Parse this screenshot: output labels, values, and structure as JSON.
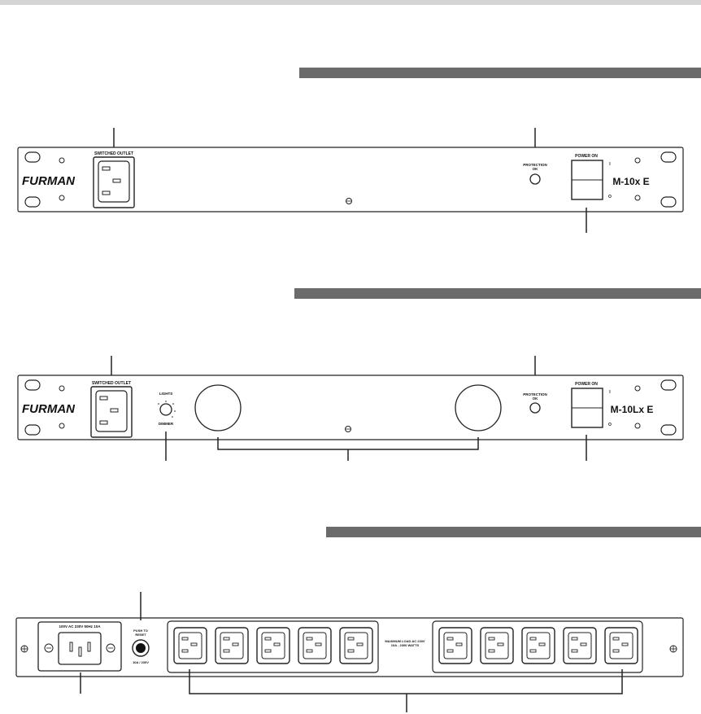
{
  "panels": {
    "m10x": {
      "brand": "FURMAN",
      "switched_outlet_label": "SWITCHED OUTLET",
      "protection_label_1": "PROTECTION",
      "protection_label_2": "OK",
      "power_label": "POWER ON",
      "switch_on_mark": "I",
      "switch_off_mark": "O",
      "model": "M-10x E"
    },
    "m10lx": {
      "brand": "FURMAN",
      "switched_outlet_label": "SWITCHED OUTLET",
      "lights_label": "LIGHTS",
      "dimmer_label": "DIMMER",
      "protection_label_1": "PROTECTION",
      "protection_label_2": "OK",
      "power_label": "POWER ON",
      "switch_on_mark": "I",
      "switch_off_mark": "O",
      "model": "M-10Lx E"
    },
    "rear": {
      "inlet_label": "100V AC 230V 50Hz 10A",
      "breaker_label_1": "PUSH TO",
      "breaker_label_2": "RESET",
      "breaker_rating": "10A / 230V",
      "max_load_label_1": "MAXIMUM LOAD AC 230V",
      "max_load_label_2": "10A - 2300 WATTS"
    }
  },
  "colors": {
    "section_bar": "#6b6b6b",
    "top_bar": "#d4d4d4",
    "stroke": "#222222"
  }
}
